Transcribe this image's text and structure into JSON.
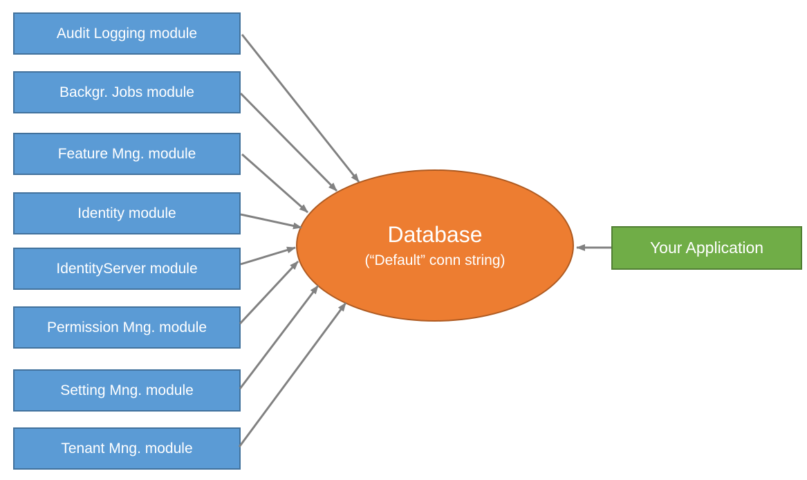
{
  "diagram": {
    "modules": [
      {
        "label": "Audit Logging module"
      },
      {
        "label": "Backgr. Jobs module"
      },
      {
        "label": "Feature Mng. module"
      },
      {
        "label": "Identity module"
      },
      {
        "label": "IdentityServer module"
      },
      {
        "label": "Permission Mng. module"
      },
      {
        "label": "Setting Mng. module"
      },
      {
        "label": "Tenant Mng. module"
      }
    ],
    "database": {
      "title": "Database",
      "subtitle": "(“Default” conn string)"
    },
    "application": {
      "label": "Your Application"
    },
    "connections": [
      {
        "from": "Audit Logging module",
        "to": "Database"
      },
      {
        "from": "Backgr. Jobs module",
        "to": "Database"
      },
      {
        "from": "Feature Mng. module",
        "to": "Database"
      },
      {
        "from": "Identity module",
        "to": "Database"
      },
      {
        "from": "IdentityServer module",
        "to": "Database"
      },
      {
        "from": "Permission Mng. module",
        "to": "Database"
      },
      {
        "from": "Setting Mng. module",
        "to": "Database"
      },
      {
        "from": "Tenant Mng. module",
        "to": "Database"
      },
      {
        "from": "Your Application",
        "to": "Database"
      }
    ],
    "colors": {
      "module_fill": "#5B9BD5",
      "module_border": "#41719C",
      "database_fill": "#ED7D31",
      "database_border": "#AE5A21",
      "application_fill": "#70AD47",
      "application_border": "#507E32",
      "arrow": "#818181",
      "text": "#FFFFFF",
      "background": "#FFFFFF"
    }
  }
}
